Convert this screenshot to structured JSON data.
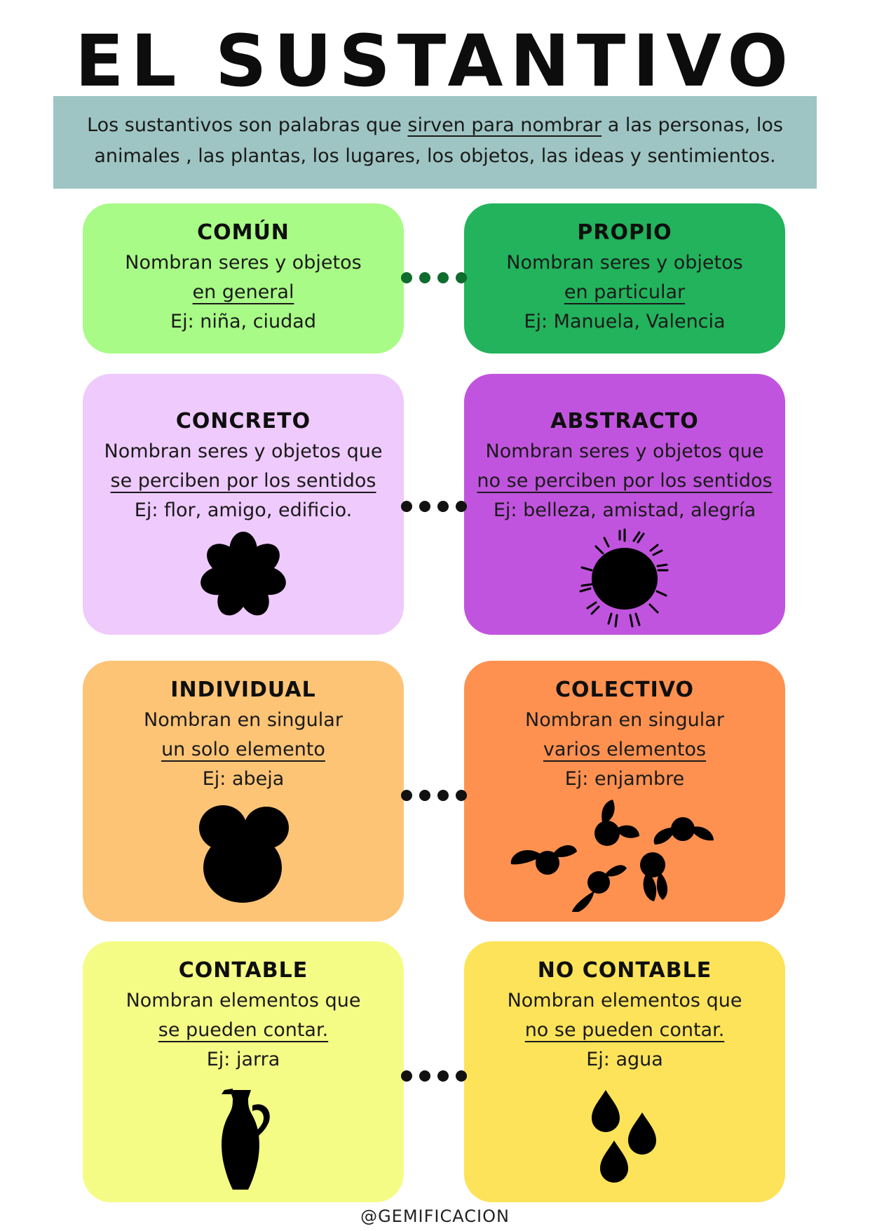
{
  "title": "EL SUSTANTIVO",
  "intro": {
    "before": "Los sustantivos son palabras que ",
    "underlined": "sirven para nombrar",
    "after": " a las personas, los animales , las plantas, los lugares, los objetos, las ideas y sentimientos."
  },
  "colors": {
    "intro_bg": "#9ec5c3",
    "comun": "#a8fb86",
    "propio": "#22b35c",
    "concreto": "#efcafd",
    "abstracto": "#c154de",
    "individual": "#fdc476",
    "colectivo": "#fe9150",
    "contable": "#f4fc86",
    "no_contable": "#fde359",
    "dots": "#111111",
    "dots_green": "#0f6b2e"
  },
  "cards": {
    "comun": {
      "title": "COMÚN",
      "line1": "Nombran seres y objetos",
      "line2": "en general",
      "example": "Ej: niña, ciudad"
    },
    "propio": {
      "title": "PROPIO",
      "line1": "Nombran seres y objetos",
      "line2": "en particular",
      "example": "Ej: Manuela, Valencia"
    },
    "concreto": {
      "title": "CONCRETO",
      "line1": "Nombran seres y objetos que",
      "line2": "se perciben por los sentidos",
      "example": "Ej: flor, amigo, edificio.",
      "icon": "flower-icon"
    },
    "abstracto": {
      "title": "ABSTRACTO",
      "line1": "Nombran seres y objetos que",
      "line2": "no se perciben por los sentidos",
      "example": "Ej: belleza, amistad, alegría",
      "icon": "sun-icon"
    },
    "individual": {
      "title": "INDIVIDUAL",
      "line1": "Nombran en singular",
      "line2": "un solo elemento",
      "example": "Ej: abeja",
      "icon": "bee-icon"
    },
    "colectivo": {
      "title": "COLECTIVO",
      "line1": "Nombran en singular",
      "line2": "varios elementos",
      "example": "Ej: enjambre",
      "icon": "swarm-icon"
    },
    "contable": {
      "title": "CONTABLE",
      "line1": "Nombran elementos que",
      "line2": "se pueden contar.",
      "example": "Ej: jarra",
      "icon": "jug-icon"
    },
    "no_contable": {
      "title": "NO CONTABLE",
      "line1": "Nombran elementos que",
      "line2": "no se pueden contar.",
      "example": "Ej: agua",
      "icon": "water-drops-icon"
    }
  },
  "footer": "@GEMIFICACION"
}
